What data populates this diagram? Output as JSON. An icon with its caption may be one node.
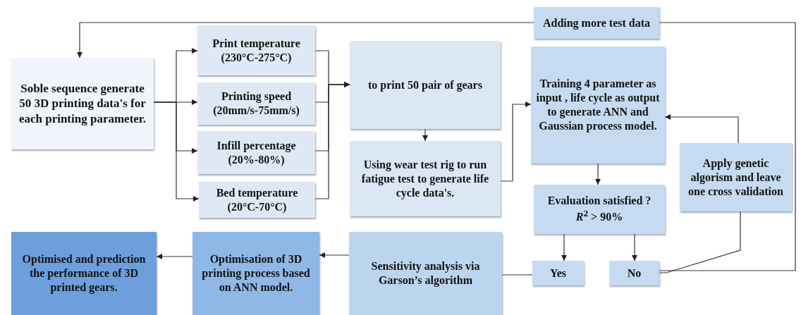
{
  "diagram": {
    "nodes": [
      {
        "text": [
          "Soble sequence generate 50 3D printing data's for each printing parameter."
        ]
      },
      {
        "text": [
          "Print temperature (230°C-275°C)"
        ]
      },
      {
        "text": [
          "Printing speed (20mm/s-75mm/s)"
        ]
      },
      {
        "text": [
          "Infill percentage (20%-80%)"
        ]
      },
      {
        "text": [
          "Bed temperature (20°C-70°C)"
        ]
      },
      {
        "text": [
          "to print 50 pair of gears"
        ]
      },
      {
        "text": [
          "Using wear test rig to run fatigue test to generate life cycle data's."
        ]
      },
      {
        "text": [
          "Adding more test data"
        ]
      },
      {
        "text": [
          "Training  4 parameter as input , life cycle as output to generate ANN and Gaussian process model."
        ]
      },
      {
        "text": [
          "Evaluation satisfied ?",
          "*R*$^{2}$ > 90%"
        ]
      },
      {
        "text": [
          "Apply genetic algorism and leave one cross validation"
        ]
      },
      {
        "text": [
          "Yes"
        ]
      },
      {
        "text": [
          "No"
        ]
      },
      {
        "text": [
          "Sensitivity analysis via Garson’s algorithm"
        ]
      },
      {
        "text": [
          "Optimisation of 3D printing process based on ANN model."
        ]
      },
      {
        "text": [
          "Optimised and prediction the performance  of 3D printed gears."
        ]
      }
    ],
    "edges": [
      {
        "from": 7,
        "to": 0,
        "arrow": "to"
      },
      {
        "from": 12,
        "to": 7,
        "arrow": "none"
      },
      {
        "from": 0,
        "to": 1,
        "arrow": "to"
      },
      {
        "from": 0,
        "to": 2,
        "arrow": "to"
      },
      {
        "from": 0,
        "to": 3,
        "arrow": "to"
      },
      {
        "from": 0,
        "to": 4,
        "arrow": "to"
      },
      {
        "from": 1,
        "to": 5,
        "arrow": "to"
      },
      {
        "from": 2,
        "to": 5,
        "arrow": "to"
      },
      {
        "from": 3,
        "to": 5,
        "arrow": "to"
      },
      {
        "from": 4,
        "to": 5,
        "arrow": "to"
      },
      {
        "from": 5,
        "to": 6,
        "arrow": "to"
      },
      {
        "from": 6,
        "to": 8,
        "arrow": "to"
      },
      {
        "from": 8,
        "to": 9,
        "arrow": "to"
      },
      {
        "from": 9,
        "to": 11,
        "arrow": "to"
      },
      {
        "from": 9,
        "to": 12,
        "arrow": "to"
      },
      {
        "from": 12,
        "to": 10,
        "arrow": "none"
      },
      {
        "from": 10,
        "to": 8,
        "arrow": "to"
      },
      {
        "from": 11,
        "to": 13,
        "arrow": "none"
      },
      {
        "from": 13,
        "to": 14,
        "arrow": "to"
      },
      {
        "from": 14,
        "to": 15,
        "arrow": "to"
      }
    ]
  }
}
